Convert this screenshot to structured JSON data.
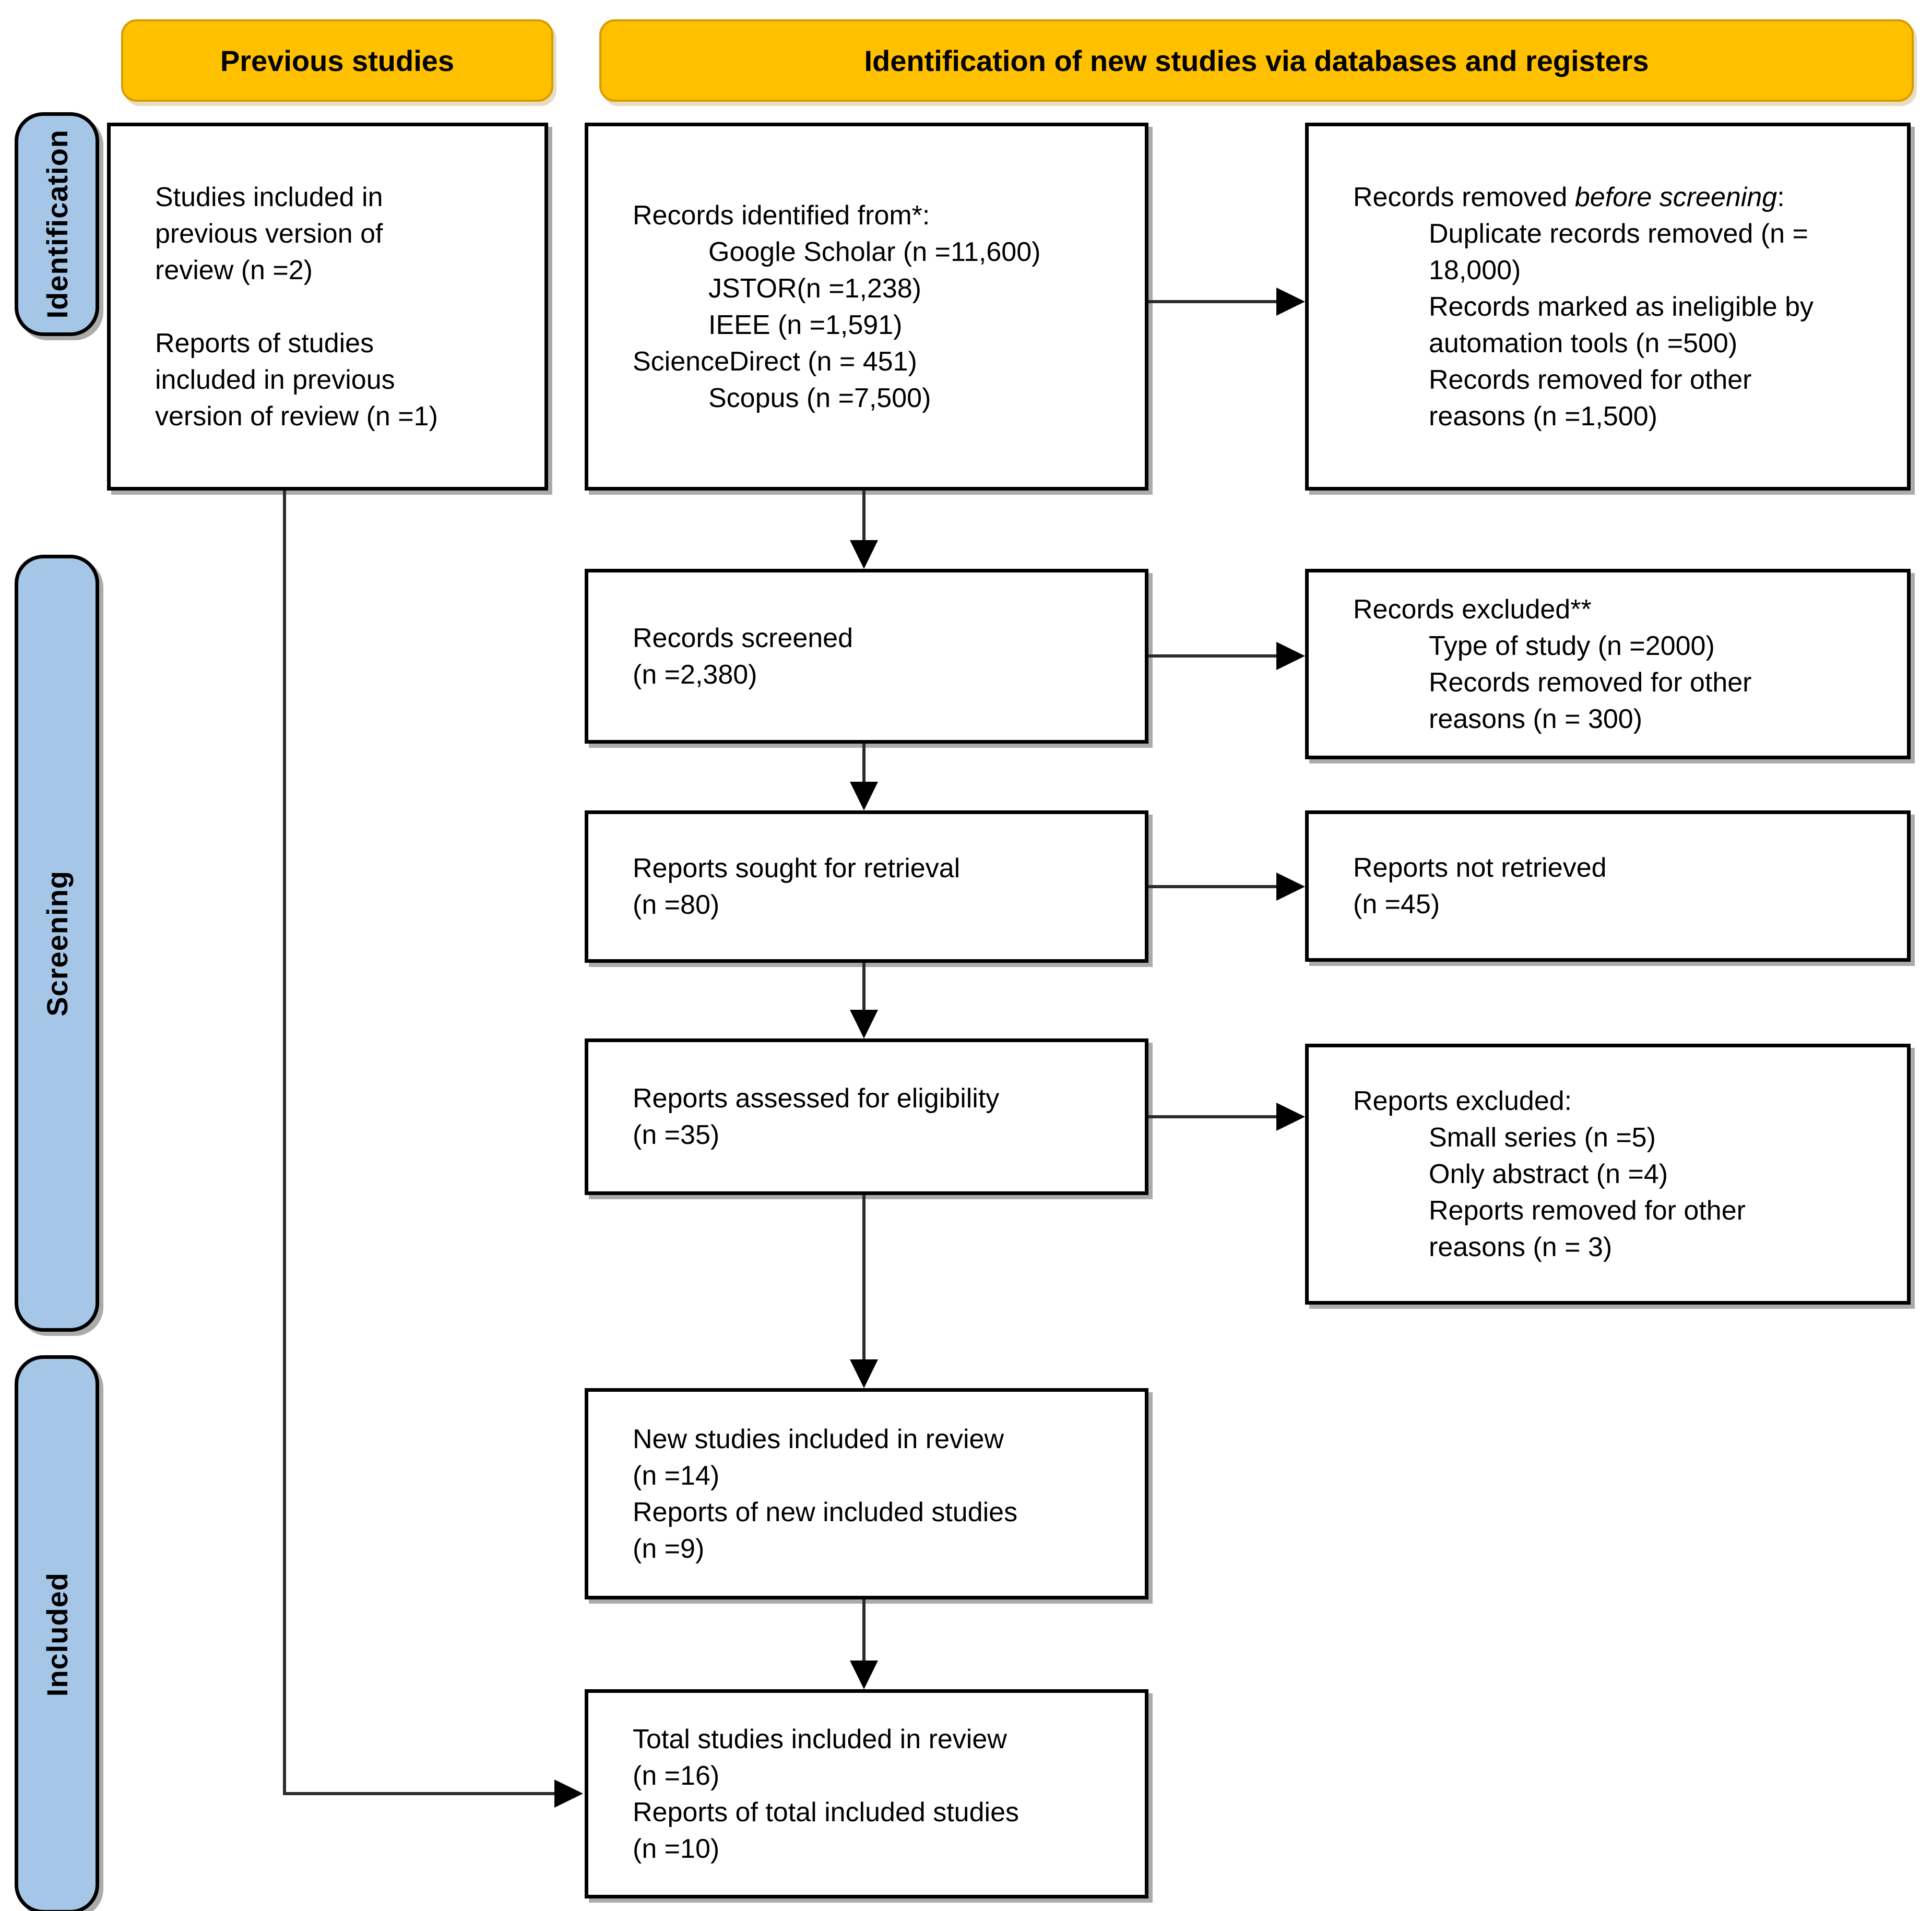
{
  "page_title": "PRISMA flow diagram — identification of new studies via databases and registers",
  "colors": {
    "header_fill": "#FFC000",
    "header_border": "#D79B00",
    "stage_fill": "#A6C6E8",
    "box_border": "#000000",
    "arrow": "#2b2b2b",
    "shadow": "#ababab"
  },
  "headers": {
    "previous": "Previous studies",
    "identification": "Identification of new studies via databases and registers"
  },
  "stages": [
    {
      "label": "Identification"
    },
    {
      "label": "Screening"
    },
    {
      "label": "Included"
    }
  ],
  "boxes": {
    "previous_studies": {
      "lines": [
        {
          "seg": [
            {
              "t": "Studies included in"
            }
          ]
        },
        {
          "seg": [
            {
              "t": "previous version of"
            }
          ]
        },
        {
          "seg": [
            {
              "t": "review (n =2)"
            }
          ]
        },
        {
          "seg": []
        },
        {
          "seg": [
            {
              "t": "Reports of studies"
            }
          ]
        },
        {
          "seg": [
            {
              "t": "included in previous"
            }
          ]
        },
        {
          "seg": [
            {
              "t": "version of review (n =1)"
            }
          ]
        }
      ]
    },
    "records_identified": {
      "lines": [
        {
          "seg": [
            {
              "t": "Records identified from*:"
            }
          ]
        },
        {
          "ind": 1,
          "seg": [
            {
              "t": "Google Scholar (n =11,600)"
            }
          ]
        },
        {
          "ind": 1,
          "seg": [
            {
              "t": "JSTOR(n =1,238)"
            }
          ]
        },
        {
          "ind": 1,
          "seg": [
            {
              "t": "IEEE (n =1,591)"
            }
          ]
        },
        {
          "seg": [
            {
              "t": "ScienceDirect (n = 451)"
            }
          ]
        },
        {
          "ind": 1,
          "seg": [
            {
              "t": "Scopus (n =7,500)"
            }
          ]
        }
      ]
    },
    "records_removed": {
      "lines": [
        {
          "seg": [
            {
              "t": "Records removed "
            },
            {
              "t": "before screening",
              "i": true
            },
            {
              "t": ":"
            }
          ]
        },
        {
          "ind": 1,
          "seg": [
            {
              "t": "Duplicate records removed (n ="
            }
          ]
        },
        {
          "ind": 1,
          "seg": [
            {
              "t": "18,000)"
            }
          ]
        },
        {
          "ind": 1,
          "seg": [
            {
              "t": "Records marked as ineligible by"
            }
          ]
        },
        {
          "ind": 1,
          "seg": [
            {
              "t": "automation tools (n =500)"
            }
          ]
        },
        {
          "ind": 1,
          "seg": [
            {
              "t": "Records removed for other"
            }
          ]
        },
        {
          "ind": 1,
          "seg": [
            {
              "t": "reasons (n =1,500)"
            }
          ]
        }
      ]
    },
    "records_screened": {
      "lines": [
        {
          "seg": [
            {
              "t": "Records screened"
            }
          ]
        },
        {
          "seg": [
            {
              "t": "(n =2,380)"
            }
          ]
        }
      ]
    },
    "records_excluded": {
      "lines": [
        {
          "seg": [
            {
              "t": "Records excluded**"
            }
          ]
        },
        {
          "ind": 1,
          "seg": [
            {
              "t": "Type of study (n =2000)"
            }
          ]
        },
        {
          "ind": 1,
          "seg": [
            {
              "t": "Records removed for other"
            }
          ]
        },
        {
          "ind": 1,
          "seg": [
            {
              "t": "reasons (n = 300)"
            }
          ]
        }
      ]
    },
    "reports_sought": {
      "lines": [
        {
          "seg": [
            {
              "t": "Reports sought for retrieval"
            }
          ]
        },
        {
          "seg": [
            {
              "t": "(n =80)"
            }
          ]
        }
      ]
    },
    "reports_not_retrieved": {
      "lines": [
        {
          "seg": [
            {
              "t": "Reports not retrieved"
            }
          ]
        },
        {
          "seg": [
            {
              "t": "(n =45)"
            }
          ]
        }
      ]
    },
    "reports_assessed": {
      "lines": [
        {
          "seg": [
            {
              "t": "Reports assessed for eligibility"
            }
          ]
        },
        {
          "seg": [
            {
              "t": "(n =35)"
            }
          ]
        }
      ]
    },
    "reports_excluded": {
      "lines": [
        {
          "seg": [
            {
              "t": "Reports excluded:"
            }
          ]
        },
        {
          "ind": 1,
          "seg": [
            {
              "t": "Small series (n =5)"
            }
          ]
        },
        {
          "ind": 1,
          "seg": [
            {
              "t": "Only abstract (n =4)"
            }
          ]
        },
        {
          "ind": 1,
          "seg": [
            {
              "t": "Reports removed for other"
            }
          ]
        },
        {
          "ind": 1,
          "seg": [
            {
              "t": "reasons (n = 3)"
            }
          ]
        }
      ]
    },
    "new_studies_included": {
      "lines": [
        {
          "seg": [
            {
              "t": "New studies included in review"
            }
          ]
        },
        {
          "seg": [
            {
              "t": "(n =14)"
            }
          ]
        },
        {
          "seg": [
            {
              "t": "Reports of new included studies"
            }
          ]
        },
        {
          "seg": [
            {
              "t": "(n =9)"
            }
          ]
        }
      ]
    },
    "total_studies_included": {
      "lines": [
        {
          "seg": [
            {
              "t": "Total studies included in review"
            }
          ]
        },
        {
          "seg": [
            {
              "t": "(n =16)"
            }
          ]
        },
        {
          "seg": [
            {
              "t": "Reports of total included studies"
            }
          ]
        },
        {
          "seg": [
            {
              "t": "(n =10)"
            }
          ]
        }
      ]
    }
  }
}
